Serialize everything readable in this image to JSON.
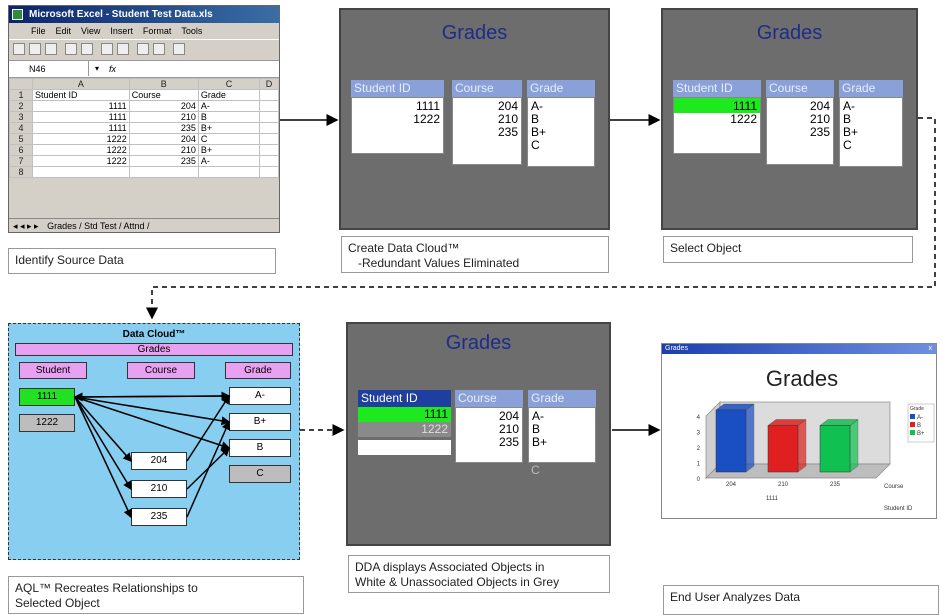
{
  "excel": {
    "title": "Microsoft Excel - Student Test Data.xls",
    "menu": [
      "File",
      "Edit",
      "View",
      "Insert",
      "Format",
      "Tools"
    ],
    "name_box": "N46",
    "fx": "fx",
    "col_headers": [
      "A",
      "B",
      "C",
      "D"
    ],
    "rows": [
      {
        "num": "1",
        "a": "Student ID",
        "b": "Course",
        "c": "Grade"
      },
      {
        "num": "2",
        "a": "1111",
        "b": "204",
        "c": "A-"
      },
      {
        "num": "3",
        "a": "1111",
        "b": "210",
        "c": "B"
      },
      {
        "num": "4",
        "a": "1111",
        "b": "235",
        "c": "B+"
      },
      {
        "num": "5",
        "a": "1222",
        "b": "204",
        "c": "C"
      },
      {
        "num": "6",
        "a": "1222",
        "b": "210",
        "c": "B+"
      },
      {
        "num": "7",
        "a": "1222",
        "b": "235",
        "c": "A-"
      },
      {
        "num": "8",
        "a": "",
        "b": "",
        "c": ""
      }
    ],
    "sheet_tabs": "Grades / Std Test / Attnd /"
  },
  "steps": {
    "s1": "Identify Source Data",
    "s2_line1": "Create Data Cloud™",
    "s2_line2": "-Redundant Values Eliminated",
    "s3": "Select Object",
    "s4_line1": "AQL™ Recreates Relationships to",
    "s4_line2": "Selected Object",
    "s5_line1": "DDA displays Associated Objects in",
    "s5_line2": "White & Unassociated Objects in Grey",
    "s6": "End User Analyzes Data"
  },
  "panel": {
    "title": "Grades",
    "headers": [
      "Student ID",
      "Course",
      "Grade"
    ],
    "students": [
      "1111",
      "1222"
    ],
    "courses": [
      "204",
      "210",
      "235"
    ],
    "grades": [
      "A-",
      "B",
      "B+",
      "C"
    ]
  },
  "cloud": {
    "title": "Data Cloud™",
    "subtitle": "Grades",
    "headers": [
      "Student",
      "Course",
      "Grade"
    ],
    "students": [
      "1111",
      "1222"
    ],
    "grades": [
      "A-",
      "B+",
      "B",
      "C"
    ],
    "courses": [
      "204",
      "210",
      "235"
    ]
  },
  "chart_window": {
    "titlebar": "Grades",
    "close": "x"
  },
  "chart_data": {
    "type": "bar",
    "title": "Grades",
    "categories": [
      "204",
      "210",
      "235"
    ],
    "values": [
      4,
      3,
      3
    ],
    "colors": [
      "#1a4fc4",
      "#e02020",
      "#10c050"
    ],
    "legend_title": "Grade",
    "legend": [
      "A-",
      "B",
      "B+"
    ],
    "ylim": [
      0,
      4
    ],
    "yticks": [
      "0",
      "1",
      "2",
      "3",
      "4"
    ],
    "xlabel": "Course",
    "x_sub": "1111",
    "zlabel": "Student ID"
  }
}
